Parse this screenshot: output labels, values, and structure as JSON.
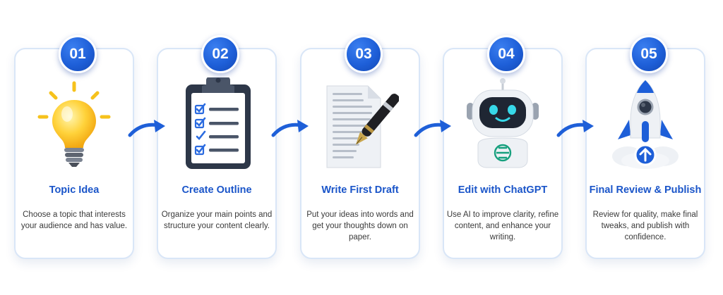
{
  "steps": [
    {
      "number": "01",
      "title": "Topic Idea",
      "description": "Choose a topic that interests your audience and has value.",
      "icon": "lightbulb-icon"
    },
    {
      "number": "02",
      "title": "Create Outline",
      "description": "Organize your main points and structure your content clearly.",
      "icon": "clipboard-checklist-icon"
    },
    {
      "number": "03",
      "title": "Write First Draft",
      "description": "Put your ideas into words and get your thoughts down on paper.",
      "icon": "paper-pen-icon"
    },
    {
      "number": "04",
      "title": "Edit with ChatGPT",
      "description": "Use AI to improve clarity, refine content, and enhance your writing.",
      "icon": "robot-icon"
    },
    {
      "number": "05",
      "title": "Final Review & Publish",
      "description": "Review for quality, make final tweaks, and publish with confidence.",
      "icon": "rocket-icon"
    }
  ],
  "colors": {
    "accent": "#1e5fd8",
    "title": "#1a55c9",
    "card_border": "#d9e6f7"
  }
}
